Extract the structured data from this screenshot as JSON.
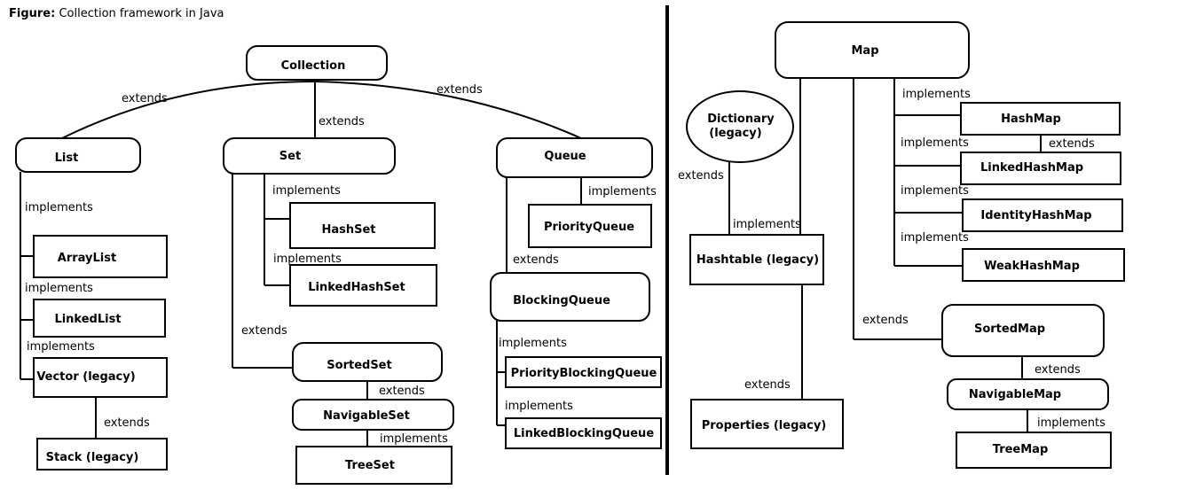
{
  "caption": {
    "prefix": "Figure:",
    "text": "Collection framework in Java"
  },
  "nodes": {
    "collection": "Collection",
    "list": "List",
    "set": "Set",
    "queue": "Queue",
    "arraylist": "ArrayList",
    "linkedlist": "LinkedList",
    "vector": "Vector (legacy)",
    "stack": "Stack (legacy)",
    "hashset": "HashSet",
    "linkedhashset": "LinkedHashSet",
    "sortedset": "SortedSet",
    "navigableset": "NavigableSet",
    "treeset": "TreeSet",
    "priorityqueue": "PriorityQueue",
    "blockingqueue": "BlockingQueue",
    "priorityblockingqueue": "PriorityBlockingQueue",
    "linkedblockingqueue": "LinkedBlockingQueue",
    "map": "Map",
    "dictionary": [
      "Dictionary",
      "(legacy)"
    ],
    "hashtable": "Hashtable (legacy)",
    "properties": "Properties (legacy)",
    "hashmap": "HashMap",
    "linkedhashmap": "LinkedHashMap",
    "identityhashmap": "IdentityHashMap",
    "weakhashmap": "WeakHashMap",
    "sortedmap": "SortedMap",
    "navigablemap": "NavigableMap",
    "treemap": "TreeMap"
  },
  "edges": {
    "extends": "extends",
    "implements": "implements"
  }
}
